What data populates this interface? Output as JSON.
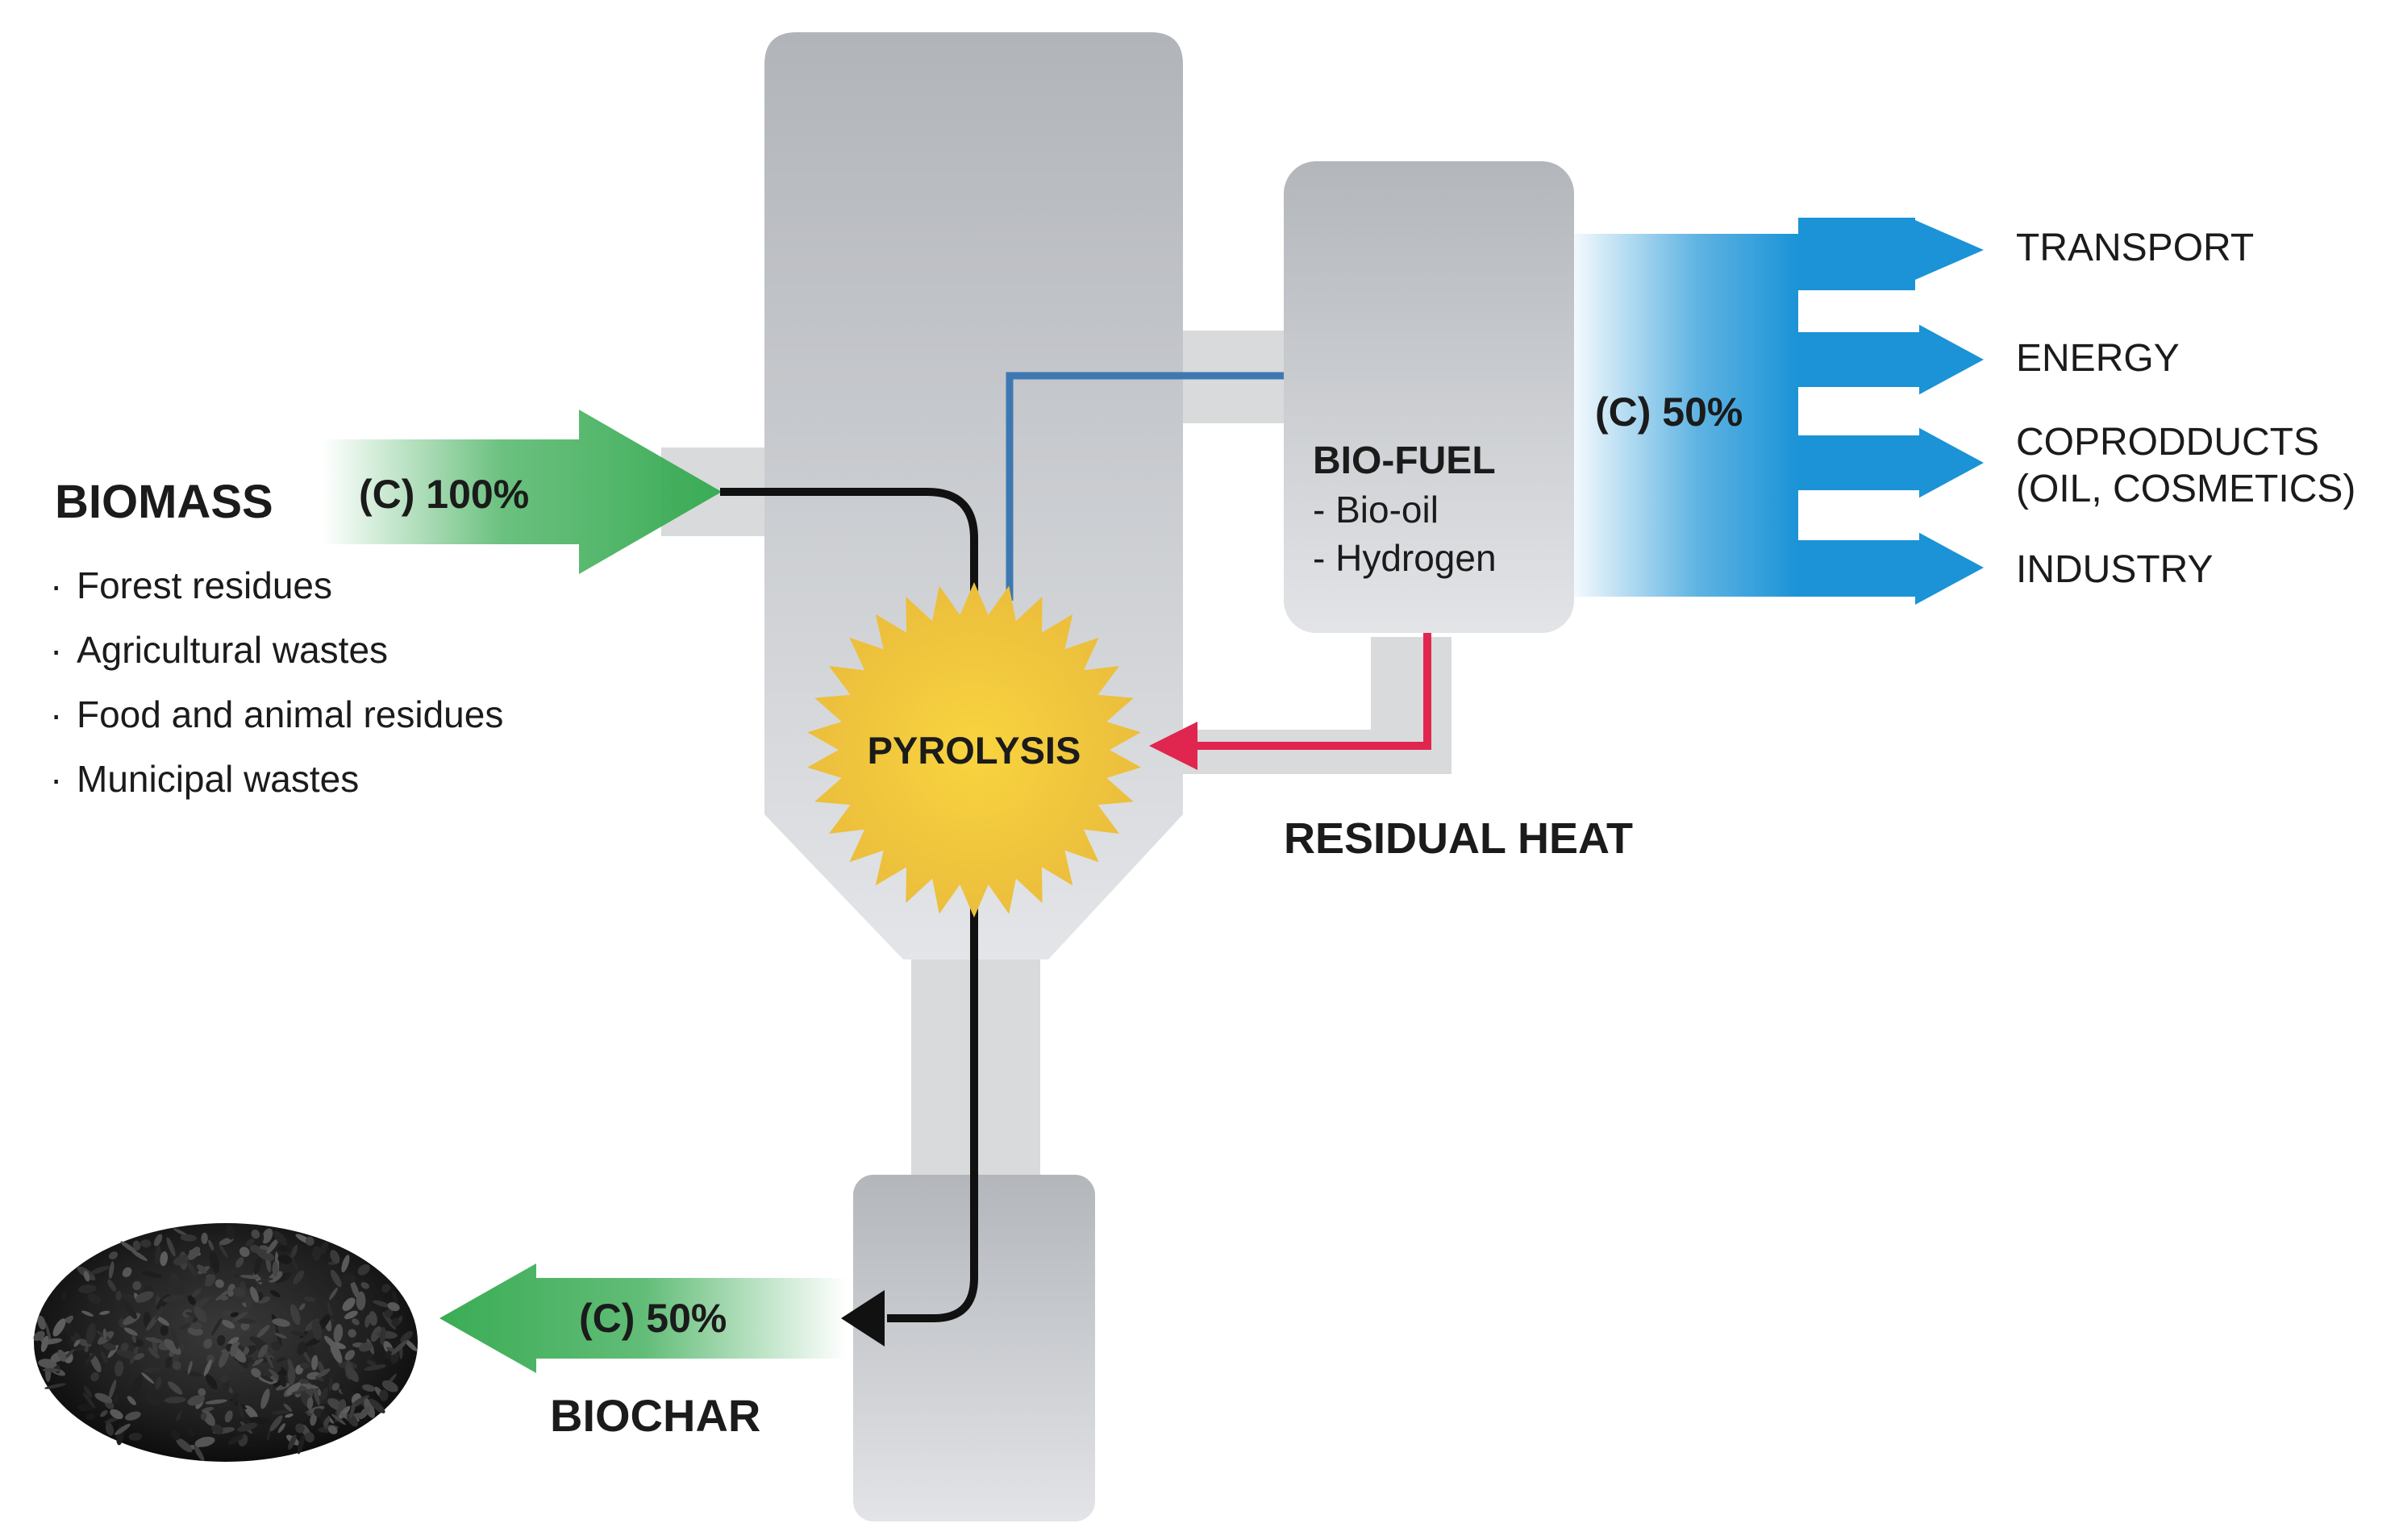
{
  "biomass": {
    "title": "BIOMASS",
    "percent": "(C) 100%",
    "items": [
      "Forest residues",
      "Agricultural wastes",
      "Food and animal residues",
      "Municipal wastes"
    ],
    "bullet": "·"
  },
  "pyrolysis": {
    "label": "PYROLYSIS"
  },
  "biofuel": {
    "title": "BIO-FUEL",
    "items": [
      "- Bio-oil",
      "- Hydrogen"
    ]
  },
  "output": {
    "percent": "(C) 50%"
  },
  "uses": [
    "TRANSPORT",
    "ENERGY",
    "COPRODDUCTS",
    "(OIL, COSMETICS)",
    "INDUSTRY"
  ],
  "residual_heat": {
    "label": "RESIDUAL HEAT"
  },
  "biochar": {
    "title": "BIOCHAR",
    "percent": "(C) 50%"
  },
  "colors": {
    "green": "#3aac55",
    "blue": "#1b93d6",
    "red": "#e0264f",
    "sun": "#f5c93e",
    "steel_blue": "#3e78b2",
    "pipe": "#d9dadc"
  }
}
